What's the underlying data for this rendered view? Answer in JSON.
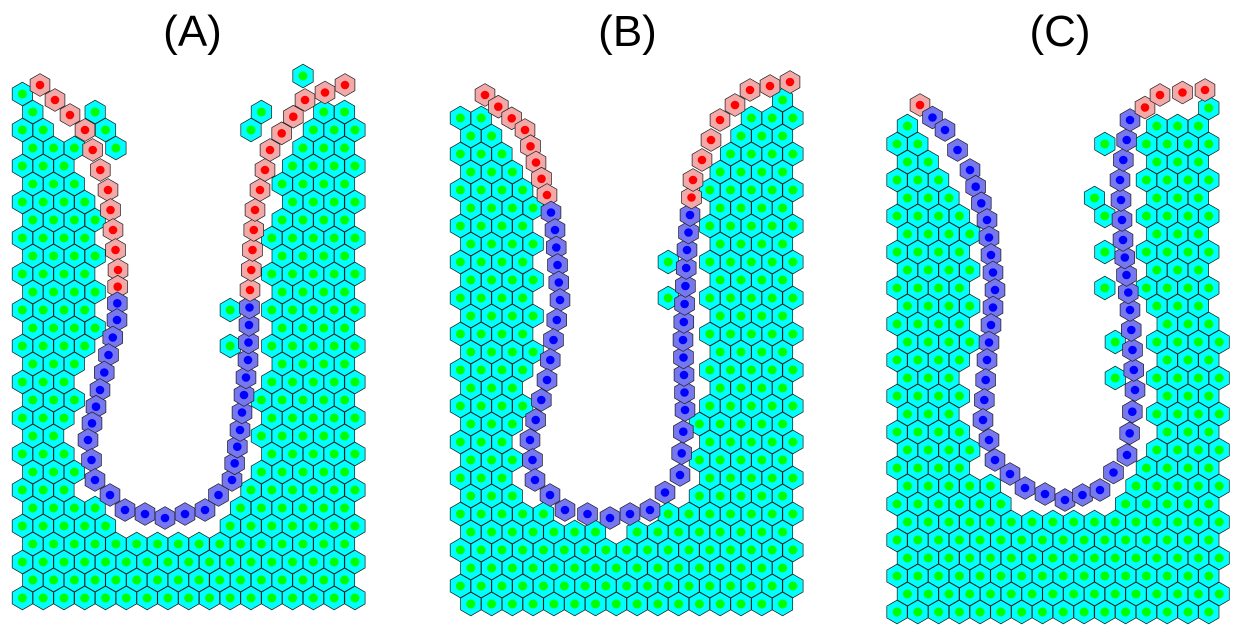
{
  "panels": [
    {
      "label": "(A)"
    },
    {
      "label": "(B)"
    },
    {
      "label": "(C)"
    }
  ],
  "colors": {
    "stroma_cell": "#00ffff",
    "stroma_nucleus": "#00ff00",
    "differentiated_cell": "#f4a9a9",
    "differentiated_nucleus": "#ff0000",
    "stem_cell": "#7777ee",
    "stem_nucleus": "#0000ff",
    "cell_border": "#1a1a1a"
  }
}
